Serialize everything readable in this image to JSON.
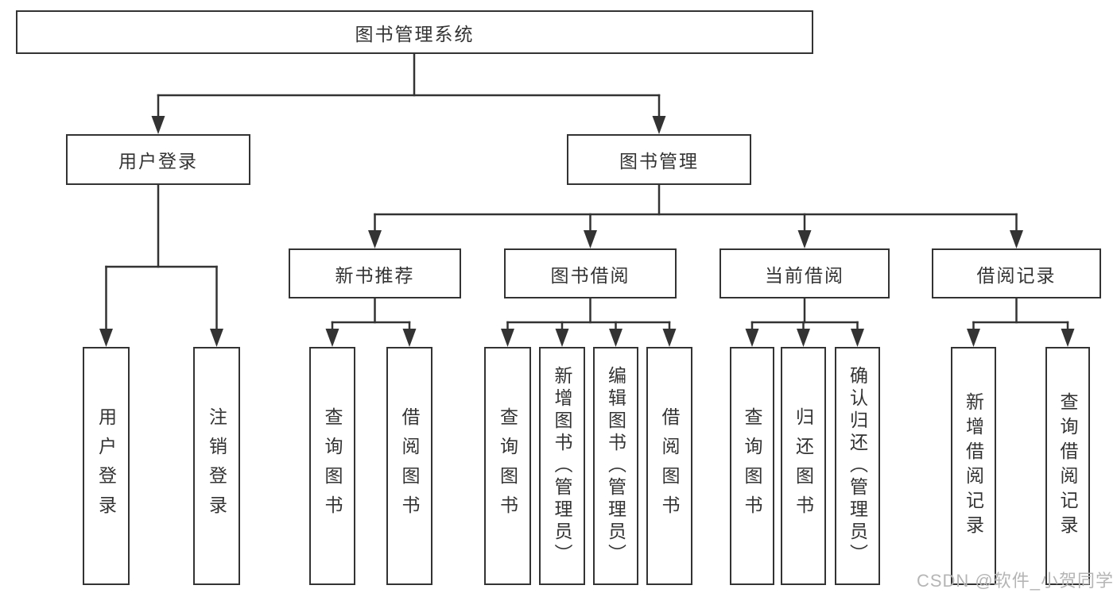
{
  "diagram_title": "图书管理系统",
  "colors": {
    "line": "#333333",
    "text": "#333333",
    "background": "#ffffff",
    "watermark": "#b5b5b5"
  },
  "nodes": {
    "root": {
      "label": "图书管理系统"
    },
    "userLogin": {
      "label": "用户登录"
    },
    "bookMgmt": {
      "label": "图书管理"
    },
    "newBookRec": {
      "label": "新书推荐"
    },
    "bookBorrow": {
      "label": "图书借阅"
    },
    "currentBorrow": {
      "label": "当前借阅"
    },
    "borrowRecords": {
      "label": "借阅记录"
    },
    "userLoginLeaf": {
      "label": "用户登录"
    },
    "logoutLeaf": {
      "label": "注销登录"
    },
    "queryBook1": {
      "label": "查询图书"
    },
    "borrowBook1": {
      "label": "借阅图书"
    },
    "queryBook2": {
      "label": "查询图书"
    },
    "addBookAdmin": {
      "label": "新增图书（管理员）"
    },
    "editBookAdmin": {
      "label": "编辑图书（管理员）"
    },
    "borrowBook2": {
      "label": "借阅图书"
    },
    "queryBook3": {
      "label": "查询图书"
    },
    "returnBook": {
      "label": "归还图书"
    },
    "confirmReturnAdmin": {
      "label": "确认归还（管理员）"
    },
    "addBorrowRecord": {
      "label": "新增借阅记录"
    },
    "queryBorrowRecord": {
      "label": "查询借阅记录"
    }
  },
  "watermark": "CSDN @软件_小贺同学",
  "hierarchy": {
    "图书管理系统": {
      "用户登录": [
        "用户登录",
        "注销登录"
      ],
      "图书管理": {
        "新书推荐": [
          "查询图书",
          "借阅图书"
        ],
        "图书借阅": [
          "查询图书",
          "新增图书（管理员）",
          "编辑图书（管理员）",
          "借阅图书"
        ],
        "当前借阅": [
          "查询图书",
          "归还图书",
          "确认归还（管理员）"
        ],
        "借阅记录": [
          "新增借阅记录",
          "查询借阅记录"
        ]
      }
    }
  }
}
